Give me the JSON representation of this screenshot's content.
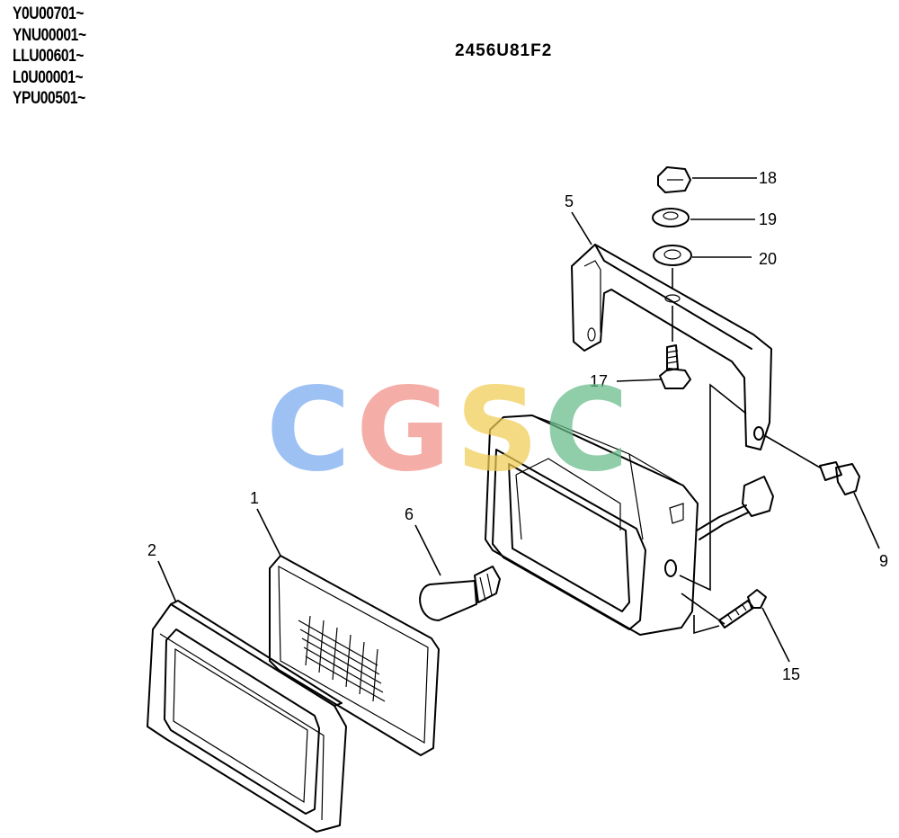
{
  "serial_ranges": [
    "Y0U00701~",
    "YNU00001~",
    "LLU00601~",
    "L0U00001~",
    "YPU00501~"
  ],
  "reference_code": "2456U81F2",
  "callouts": {
    "c1": "1",
    "c2": "2",
    "c5": "5",
    "c6": "6",
    "c9": "9",
    "c15": "15",
    "c17": "17",
    "c18": "18",
    "c19": "19",
    "c20": "20"
  },
  "watermark": {
    "letters": [
      "C",
      "G",
      "S",
      "C"
    ],
    "colors": [
      "#7aaaf0",
      "#f08f86",
      "#f2cd55",
      "#66bb88"
    ]
  }
}
